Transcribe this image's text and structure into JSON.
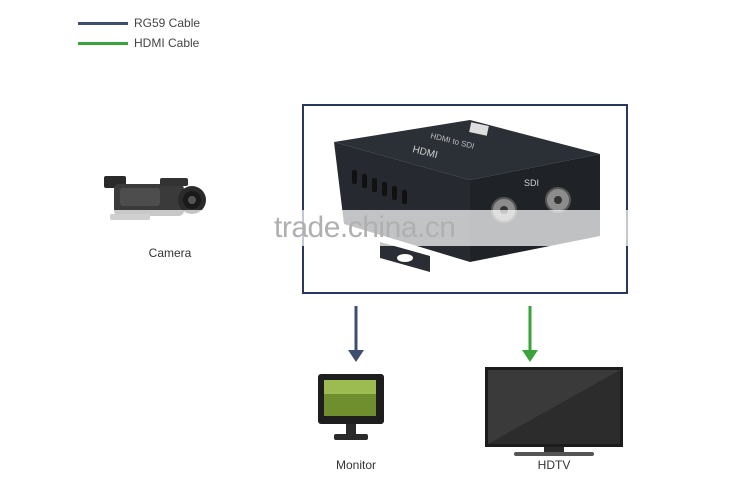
{
  "legend": [
    {
      "label": "RG59 Cable",
      "color": "#3e4f6e"
    },
    {
      "label": "HDMI Cable",
      "color": "#3aa33a"
    }
  ],
  "device": {
    "hdmi_logo": "HDMI",
    "product_text": "HDMI to SDI",
    "sdi_label": "SDI"
  },
  "nodes": {
    "camera": "Camera",
    "monitor": "Monitor",
    "hdtv": "HDTV"
  },
  "colors": {
    "frame": "#27385c",
    "rg59_arrow": "#3e4f6e",
    "hdmi_arrow": "#3aa33a"
  },
  "watermark": "trade.china.cn"
}
